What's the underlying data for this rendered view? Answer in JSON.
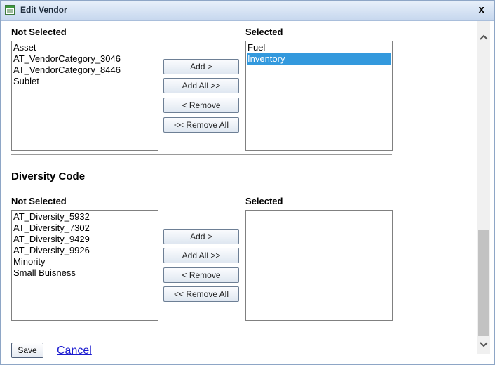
{
  "window": {
    "title": "Edit Vendor",
    "close_label": "x"
  },
  "category": {
    "not_selected_label": "Not Selected",
    "selected_label": "Selected",
    "not_selected_items": [
      "Asset",
      "AT_VendorCategory_3046",
      "AT_VendorCategory_8446",
      "Sublet"
    ],
    "selected_items": [
      "Fuel",
      "Inventory"
    ],
    "highlighted_selected": "Inventory",
    "buttons": {
      "add": "Add >",
      "add_all": "Add All >>",
      "remove": "< Remove",
      "remove_all": "<< Remove All"
    }
  },
  "diversity": {
    "title": "Diversity Code",
    "not_selected_label": "Not Selected",
    "selected_label": "Selected",
    "not_selected_items": [
      "AT_Diversity_5932",
      "AT_Diversity_7302",
      "AT_Diversity_9429",
      "AT_Diversity_9926",
      "Minority",
      "Small Buisness"
    ],
    "selected_items": [],
    "buttons": {
      "add": "Add >",
      "add_all": "Add All >>",
      "remove": "< Remove",
      "remove_all": "<< Remove All"
    }
  },
  "footer": {
    "save_label": "Save",
    "cancel_label": "Cancel"
  },
  "icons": {
    "window_icon": "form-icon",
    "scroll_up": "chevron-up-icon",
    "scroll_down": "chevron-down-icon"
  },
  "colors": {
    "selection": "#3399dd",
    "link": "#1b1bd0"
  }
}
